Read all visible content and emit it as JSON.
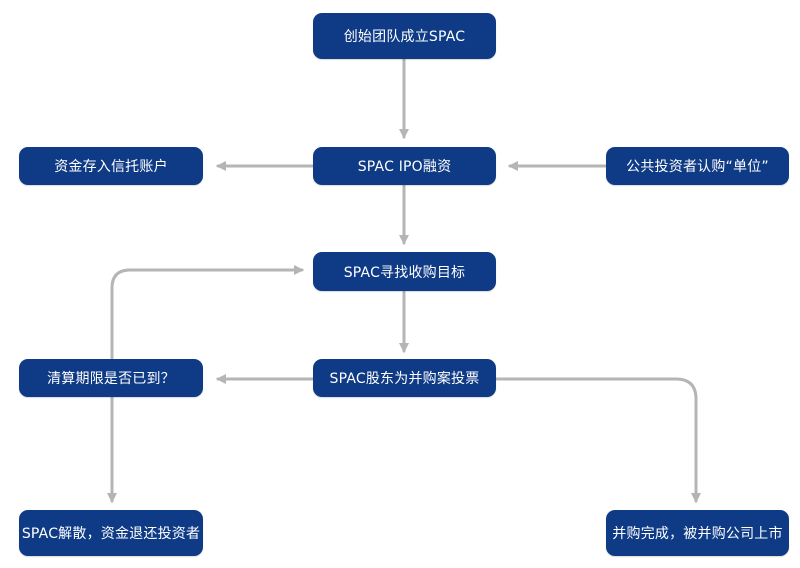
{
  "flowchart": {
    "colors": {
      "node_fill": "#0e3a86",
      "node_text": "#ffffff",
      "connector": "#b5b5b5"
    },
    "nodes": {
      "founding_team": "创始团队成立SPAC",
      "trust_account": "资金存入信托账户",
      "ipo": "SPAC IPO融资",
      "public_investors": "公共投资者认购“单位”",
      "find_target": "SPAC寻找收购目标",
      "deadline_check": "清算期限是否已到？",
      "shareholder_vote": "SPAC股东为并购案投票",
      "liquidation": "SPAC解散，资金退还投资者",
      "merger_complete": "并购完成，被并购公司上市"
    }
  }
}
